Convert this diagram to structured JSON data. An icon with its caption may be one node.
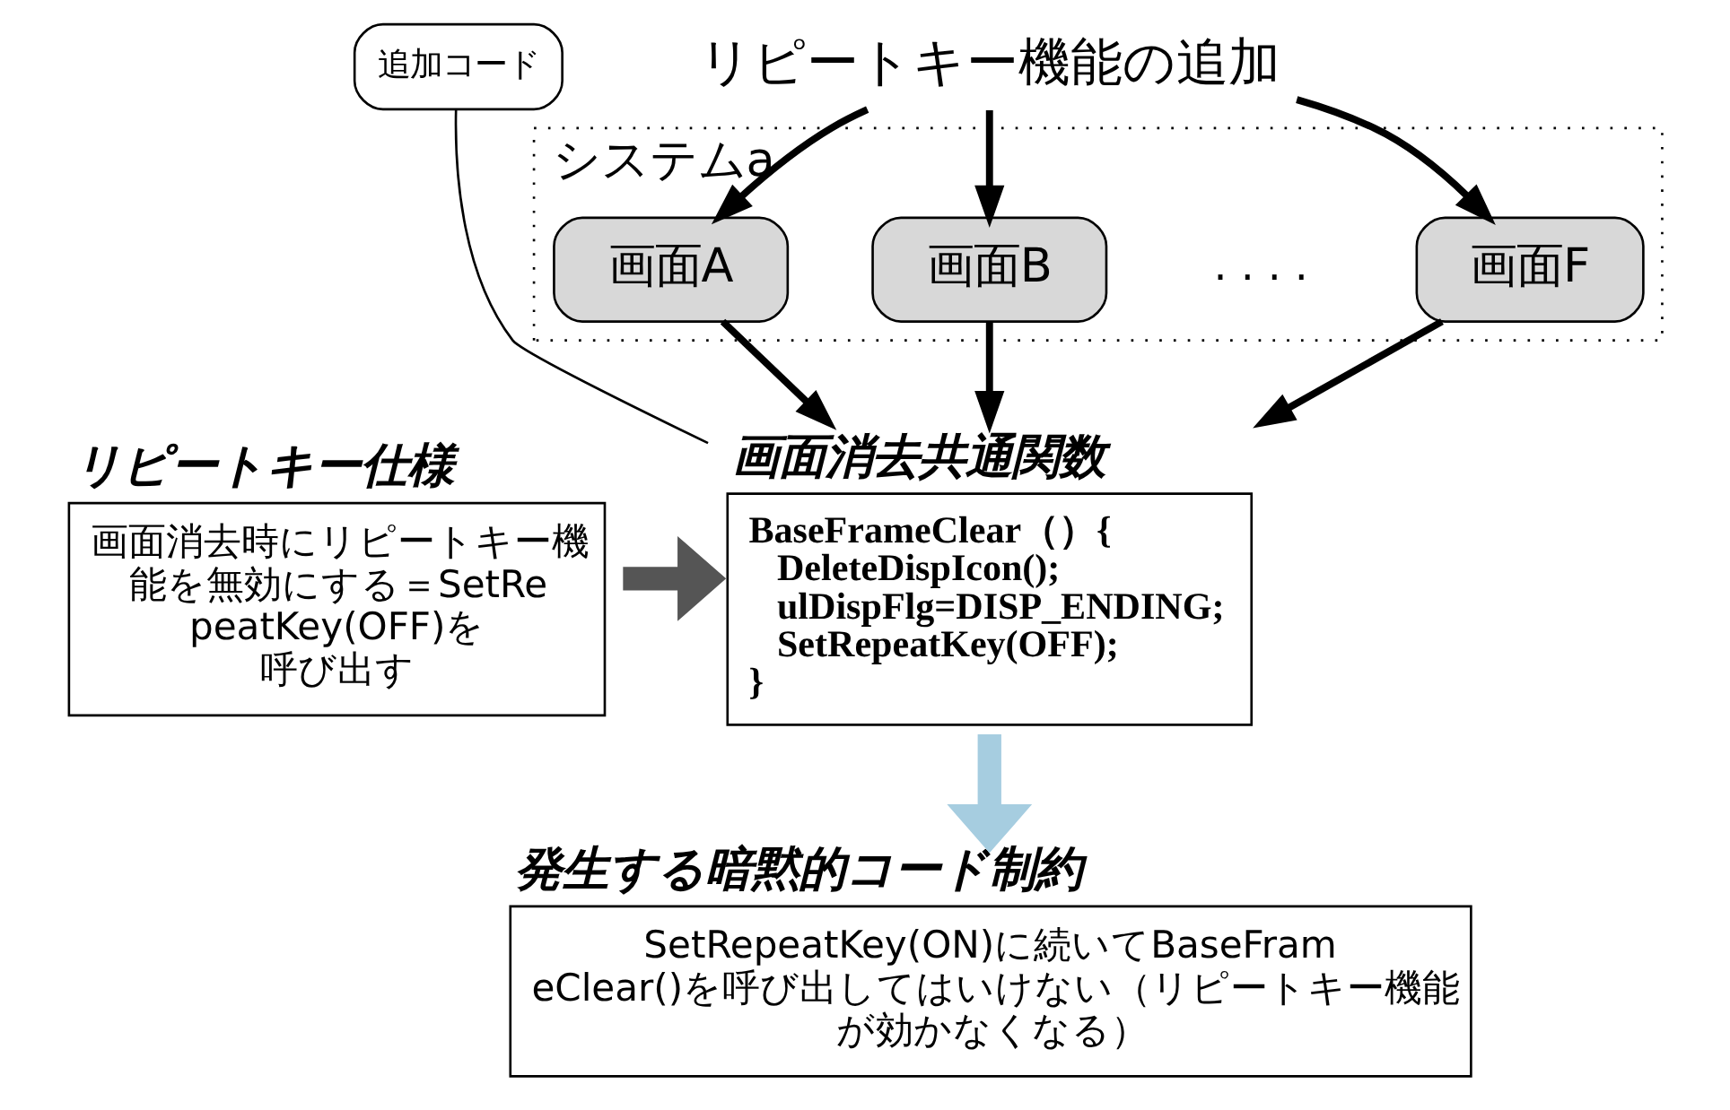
{
  "diagram": {
    "nodes": [
      {
        "text": [
          "システムa"
        ]
      },
      {
        "text": [
          "画面A"
        ],
        "in": 0
      },
      {
        "text": [
          "画面B"
        ],
        "in": 0
      },
      {
        "text": [
          "画面F"
        ],
        "in": 0
      },
      {
        "text": [
          "リピートキー機能の追加"
        ]
      },
      {
        "text": [
          "リピートキー仕様",
          "画面消去時にリピートキー機能を無効にする＝SetRepeatKey(OFF)を呼び出す"
        ]
      },
      {
        "text": [
          "画面消去共通関数",
          "BaseFrameClear（）{",
          "DeleteDispIcon();",
          "ulDispFlg=DISP_ENDING;",
          "SetRepeatKey(OFF);",
          "}"
        ]
      },
      {
        "text": [
          "追加コード"
        ]
      },
      {
        "text": [
          "発生する暗黙的コード制約",
          "SetRepeatKey(ON)に続いてBaseFrameClear()を呼び出してはいけない（リピートキー機能が効かなくなる）"
        ]
      }
    ],
    "edges": [
      {
        "from": 4,
        "to": 1,
        "arrow": "to"
      },
      {
        "from": 4,
        "to": 2,
        "arrow": "to"
      },
      {
        "from": 4,
        "to": 3,
        "arrow": "to"
      },
      {
        "from": 1,
        "to": 6,
        "arrow": "to"
      },
      {
        "from": 2,
        "to": 6,
        "arrow": "to"
      },
      {
        "from": 3,
        "to": 6,
        "arrow": "to"
      },
      {
        "from": 5,
        "to": 6,
        "arrow": "to",
        "style": "thick"
      },
      {
        "from": 7,
        "to": 6,
        "arrow": "none"
      },
      {
        "from": 6,
        "to": 8,
        "arrow": "to",
        "style": "thick",
        "color": "#a6cde0"
      }
    ],
    "labels": [
      ". . . ."
    ]
  }
}
